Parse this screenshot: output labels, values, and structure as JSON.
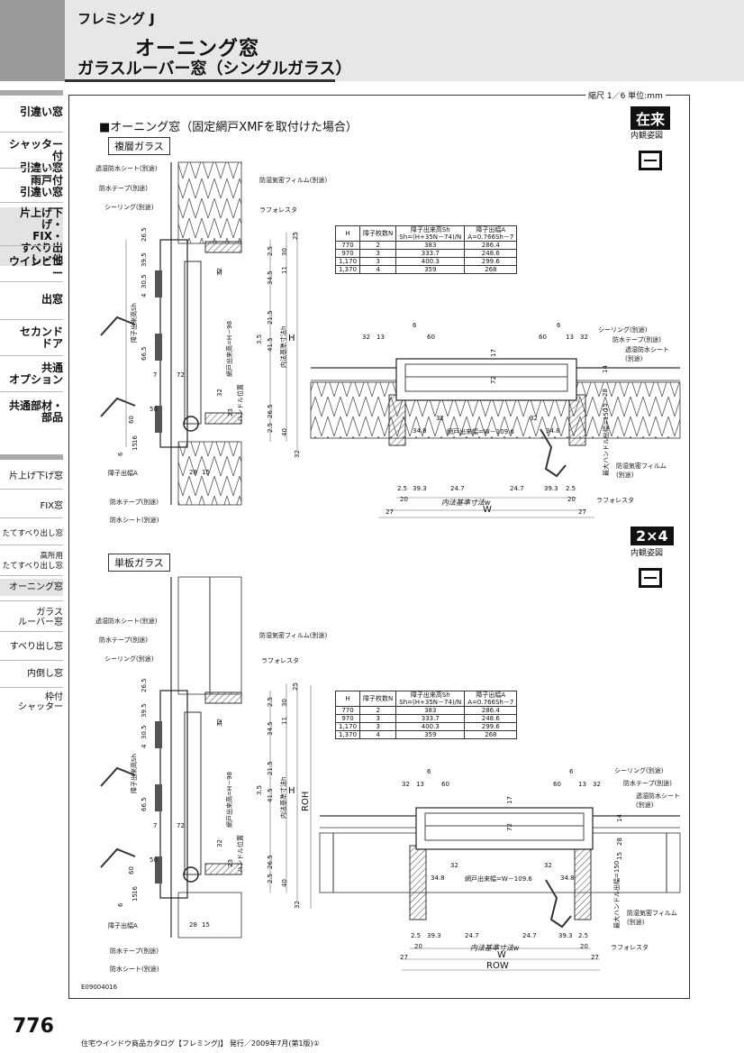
{
  "header": {
    "series": "フレミング J",
    "title1": "オーニング窓",
    "title2": "ガラスルーバー窓（シングルガラス）"
  },
  "sidebar_primary": [
    {
      "label": "引違い窓",
      "active": false
    },
    {
      "label": "シャッター付\n引違い窓",
      "active": false
    },
    {
      "label": "雨戸付\n引違い窓",
      "active": false
    },
    {
      "label": "片上げ下げ・\nFIX・\nすべり出し・他",
      "active": true
    },
    {
      "label": "ウインビュー",
      "active": false
    },
    {
      "label": "出窓",
      "active": false
    },
    {
      "label": "セカンド\nドア",
      "active": false
    },
    {
      "label": "共通\nオプション",
      "active": false
    },
    {
      "label": "共通部材・\n部品",
      "active": false
    }
  ],
  "sidebar_secondary": [
    {
      "label": "片上げ下げ窓",
      "active": false
    },
    {
      "label": "FIX窓",
      "active": false
    },
    {
      "label": "たてすべり出し窓",
      "active": false
    },
    {
      "label": "高所用\nたてすべり出し窓",
      "active": false
    },
    {
      "label": "オーニング窓",
      "active": true
    },
    {
      "label": "ガラス\nルーバー窓",
      "active": false
    },
    {
      "label": "すべり出し窓",
      "active": false
    },
    {
      "label": "内倒し窓",
      "active": false
    },
    {
      "label": "枠付\nシャッター",
      "active": false
    }
  ],
  "scale": "縮尺 1／6 単位:mm",
  "section_title": "■オーニング窓（固定網戸XMFを取付けた場合）",
  "tag_zairai": "在来",
  "tag_2x4": "2×4",
  "view_label": "内観姿図",
  "glass_multi": "複層ガラス",
  "glass_single": "単板ガラス",
  "annotations": {
    "vapor_sheet": "透湿防水シート(別途)",
    "waterproof_tape": "防水テープ(別途)",
    "sealing": "シーリング(別途)",
    "airtight_film": "防湿気密フィルム(別途)",
    "lath": "ラフォレスタ",
    "sash_out_w": "障子出幅A",
    "waterproof_sheet": "防水シート(別途)",
    "screen_h": "網戸出来高=H－98",
    "handle_pos": "ハンドル位置",
    "inner_h": "内法基準寸法h",
    "sash_out_h": "障子出来高Sh",
    "screen_w": "網戸出来幅=W－109.6",
    "inner_w": "内法基準寸法w",
    "max_handle": "最大ハンドル出幅=150",
    "plan_sealing": "シーリング(別途)",
    "plan_tape": "防水テープ(別途)",
    "plan_vapor": "透湿防水シート\n(別途)",
    "plan_film": "防湿気密フィルム\n(別途)"
  },
  "spec_table": {
    "headers": [
      "H",
      "障子枚数N",
      "障子出来高Sh\nSh=(H+35N－74)/N",
      "障子出幅A\nA=0.766Sh－7"
    ],
    "rows": [
      [
        "770",
        "2",
        "383",
        "286.4"
      ],
      [
        "970",
        "3",
        "333.7",
        "248.6"
      ],
      [
        "1,170",
        "3",
        "400.3",
        "299.6"
      ],
      [
        "1,370",
        "4",
        "359",
        "268"
      ]
    ]
  },
  "dims_vertical": [
    "26.5",
    "39.5",
    "30.5",
    "4",
    "66.5",
    "7",
    "72",
    "60",
    "50",
    "15",
    "16",
    "6",
    "28",
    "15",
    "32",
    "5",
    "34.5",
    "21.5",
    "3.5",
    "41.5",
    "32",
    "23",
    "26.5",
    "2.5",
    "25",
    "30",
    "2.5",
    "11",
    "40",
    "32"
  ],
  "dims_plan": [
    "32",
    "13",
    "6",
    "60",
    "60",
    "6",
    "13",
    "32",
    "17",
    "72",
    "32",
    "32",
    "34.8",
    "34.8",
    "14",
    "28",
    "15",
    "2.5",
    "39.3",
    "24.7",
    "24.7",
    "39.3",
    "2.5",
    "20",
    "20",
    "27",
    "27"
  ],
  "dim_H": "H",
  "dim_W": "W",
  "dim_ROH": "ROH",
  "dim_ROW": "ROW",
  "doc_code": "E09004016",
  "page_number": "776",
  "footer": "住宅ウインドウ商品カタログ【フレミングJ】 発行／2009年7月(第1版)①"
}
